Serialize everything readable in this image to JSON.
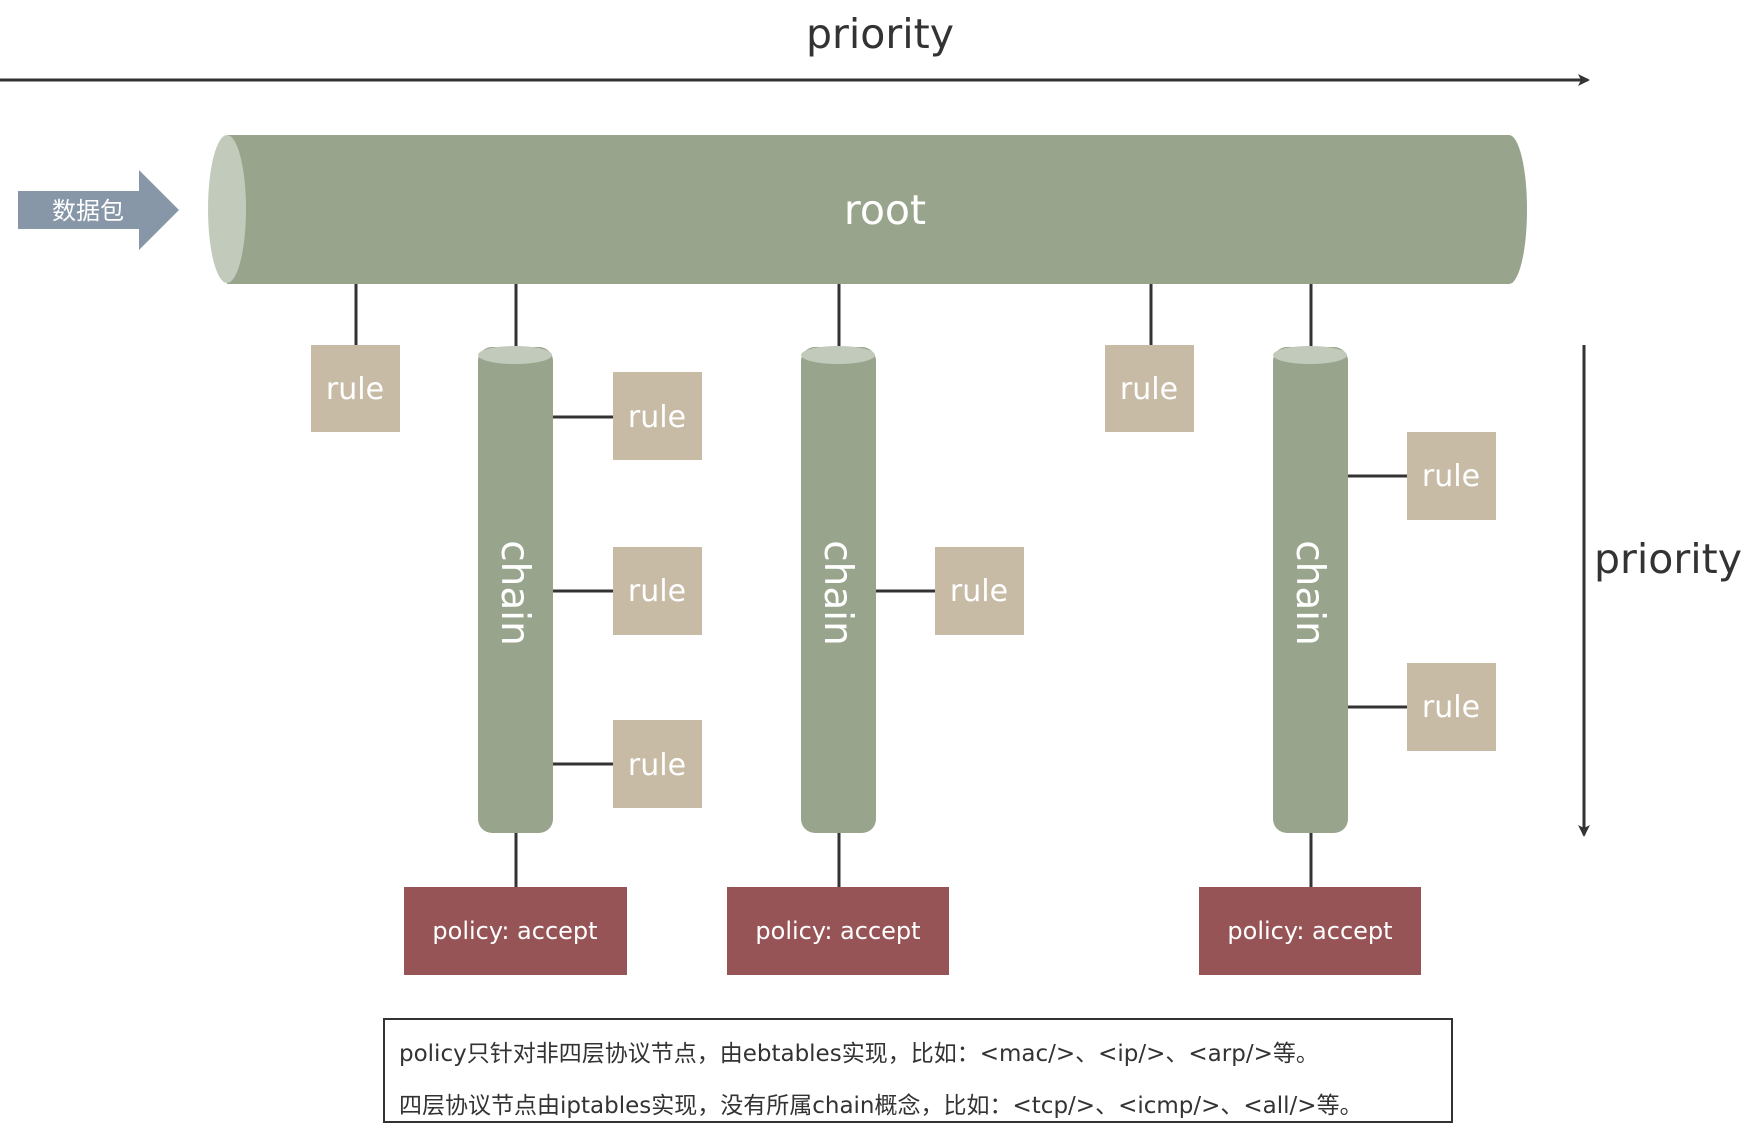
{
  "priority_axis_horizontal": {
    "label": "priority"
  },
  "priority_axis_vertical": {
    "label": "priority"
  },
  "input": {
    "label": "数据包"
  },
  "root": {
    "label": "root"
  },
  "chains": [
    {
      "label": "chain",
      "policy": "policy: accept",
      "rules": [
        "rule",
        "rule",
        "rule"
      ]
    },
    {
      "label": "chain",
      "policy": "policy: accept",
      "rules": [
        "rule"
      ]
    },
    {
      "label": "chain",
      "policy": "policy: accept",
      "rules": [
        "rule",
        "rule"
      ]
    }
  ],
  "root_rules": [
    "rule",
    "rule"
  ],
  "note": {
    "line1": "policy只针对非四层协议节点，由ebtables实现，比如：<mac/>、<ip/>、<arp/>等。",
    "line2": "四层协议节点由iptables实现，没有所属chain概念，比如：<tcp/>、<icmp/>、<all/>等。"
  },
  "colors": {
    "cylinder": "#98a58c",
    "cylinder_cap": "#c2cbbb",
    "rule_box": "#c8bba6",
    "policy_box": "#975456",
    "arrow": "#8797a8",
    "line": "#333333"
  }
}
